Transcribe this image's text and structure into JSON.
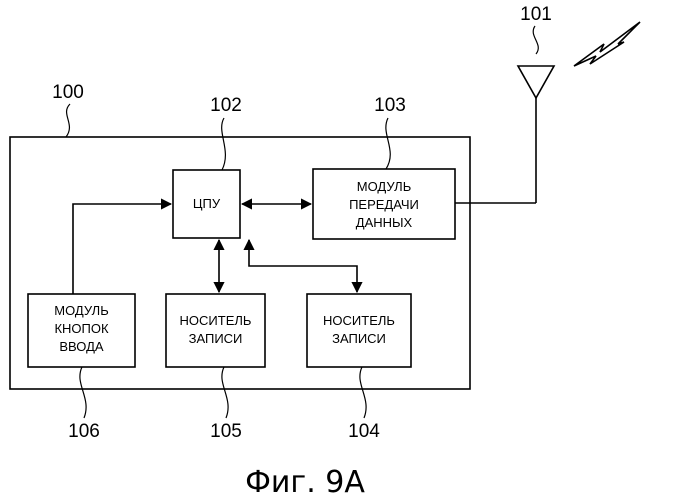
{
  "figure": {
    "caption": "Фиг. 9А"
  },
  "device": {
    "ref": "100"
  },
  "antenna": {
    "ref": "101"
  },
  "blocks": {
    "cpu": {
      "ref": "102",
      "lines": [
        "ЦПУ"
      ]
    },
    "data_tx": {
      "ref": "103",
      "lines": [
        "МОДУЛЬ",
        "ПЕРЕДАЧИ",
        "ДАННЫХ"
      ]
    },
    "storage_104": {
      "ref": "104",
      "lines": [
        "НОСИТЕЛЬ",
        "ЗАПИСИ"
      ]
    },
    "storage_105": {
      "ref": "105",
      "lines": [
        "НОСИТЕЛЬ",
        "ЗАПИСИ"
      ]
    },
    "input_buttons": {
      "ref": "106",
      "lines": [
        "МОДУЛЬ",
        "КНОПОК",
        "ВВОДА"
      ]
    }
  }
}
